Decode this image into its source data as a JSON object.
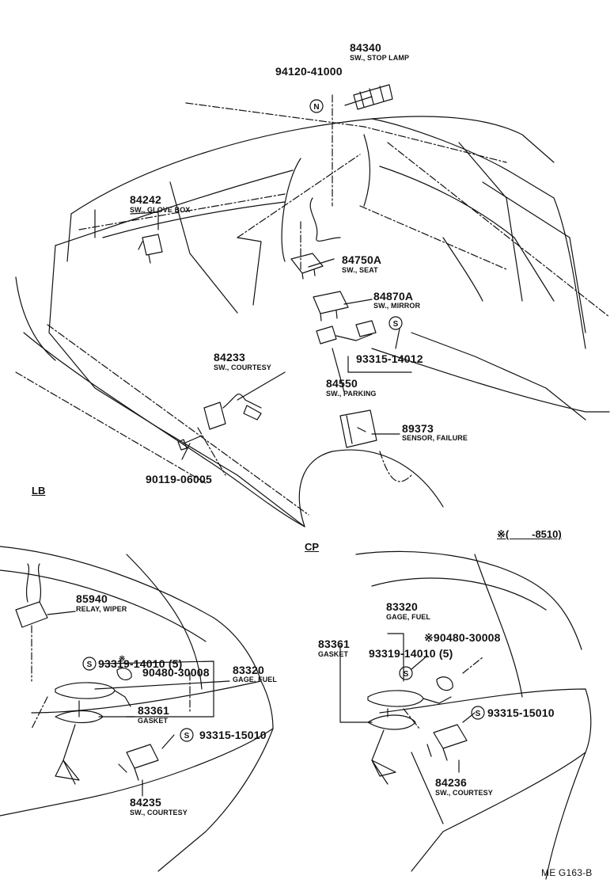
{
  "parts": {
    "stop_lamp": {
      "number": "84340",
      "desc": "SW., STOP LAMP"
    },
    "bolt_top": {
      "number": "94120-41000"
    },
    "nut_symbol": "N",
    "glove_box": {
      "number": "84242",
      "desc": "SW., GLOVE BOX"
    },
    "seat": {
      "number": "84750A",
      "desc": "SW., SEAT"
    },
    "mirror": {
      "number": "84870A",
      "desc": "SW., MIRROR"
    },
    "screw_s": "S",
    "screw_mid": {
      "number": "93315-14012"
    },
    "courtesy_front": {
      "number": "84233",
      "desc": "SW., COURTESY"
    },
    "parking": {
      "number": "84550",
      "desc": "SW., PARKING"
    },
    "failure": {
      "number": "89373",
      "desc": "SENSOR, FAILURE"
    },
    "bolt_left": {
      "number": "90119-06005"
    },
    "lb_label": "LB",
    "cp_label": "CP",
    "range_note": "※(        -8510)",
    "wiper": {
      "number": "85940",
      "desc": "RELAY, WIPER"
    },
    "screw_lb": {
      "number": "93319-14010 (5)"
    },
    "asterisk": "※",
    "grommet_lb": {
      "number": "90480-30008"
    },
    "gage_lb": {
      "number": "83320",
      "desc": "GAGE, FUEL"
    },
    "gasket_lb": {
      "number": "83361",
      "desc": "GASKET"
    },
    "screw_lb2": {
      "number": "93315-15010"
    },
    "courtesy_lb": {
      "number": "84235",
      "desc": "SW., COURTESY"
    },
    "gage_cp": {
      "number": "83320",
      "desc": "GAGE, FUEL"
    },
    "gasket_cp": {
      "number": "83361",
      "desc": "GASKET"
    },
    "grommet_cp": {
      "number": "※90480-30008"
    },
    "screw_cp": {
      "number": "93319-14010 (5)"
    },
    "screw_cp2": {
      "number": "93315-15010"
    },
    "courtesy_cp": {
      "number": "84236",
      "desc": "SW., COURTESY"
    },
    "figure_code": "ME G163-B"
  }
}
